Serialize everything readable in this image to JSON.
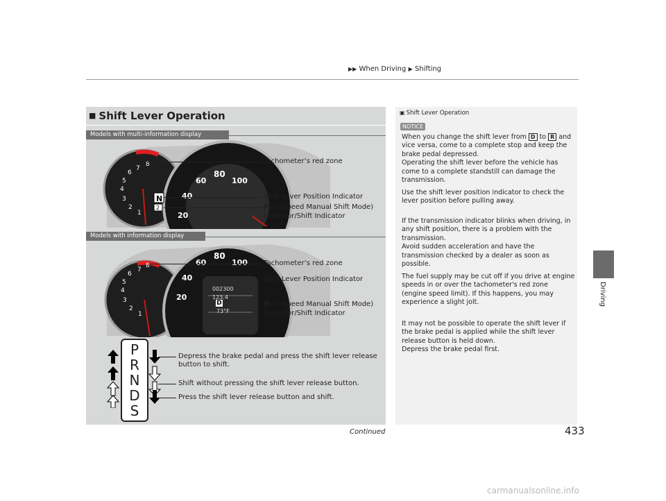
{
  "header": {
    "breadcrumb_1": "When Driving",
    "breadcrumb_2": "Shifting",
    "side_label": "Driving"
  },
  "main": {
    "title": "Shift Lever Operation",
    "model_tag_1": "Models with multi-information display",
    "model_tag_2": "Models with information display",
    "labels_1": {
      "red_zone": "Tachometer’s red zone",
      "position": "Shift Lever Position Indicator",
      "m_prefix": "M",
      "m_text": " (7-Speed Manual Shift Mode)",
      "m_text_2": "Indicator/Shift Indicator"
    },
    "labels_2": {
      "red_zone": "Tachometer’s red zone",
      "position": "Shift Lever Position Indicator",
      "m_prefix": "M",
      "m_text": " (7-Speed Manual Shift Mode)",
      "m_text_2": "Indicator/Shift Indicator"
    },
    "gate_letters": [
      "P",
      "R",
      "N",
      "D",
      "S"
    ],
    "legend": {
      "depress_1": "Depress the brake pedal and press the shift lever release",
      "depress_2": "button to shift.",
      "without": "Shift without pressing the shift lever release button.",
      "press": "Press the shift lever release button and shift."
    },
    "gauge_speed_ticks": [
      "20",
      "40",
      "60",
      "80",
      "100"
    ],
    "gauge_rpm_ticks": [
      "1",
      "2",
      "3",
      "4",
      "5",
      "6",
      "7",
      "8"
    ],
    "gauge_odo": "002300",
    "gauge_trip": "123.4",
    "gauge_temp": "73°F"
  },
  "notes": {
    "title": "Shift Lever Operation",
    "notice": "NOTICE",
    "p1_a": "When you change the shift lever from ",
    "key_d": "D",
    "p1_b": " to ",
    "key_r": "R",
    "p1_c": " and vice versa, come to a complete stop and keep the brake pedal depressed.",
    "p1_d": "Operating the shift lever before the vehicle has come to a complete standstill can damage the transmission.",
    "p2": "Use the shift lever position indicator to check the lever position before pulling away.",
    "p3_a": "If the transmission indicator blinks when driving, in any shift position, there is a problem with the transmission.",
    "p3_b": "Avoid sudden acceleration and have the transmission checked by a dealer as soon as possible.",
    "p4": "The fuel supply may be cut off if you drive at engine speeds in or over the tachometer's red zone (engine speed limit). If this happens, you may experience a slight jolt.",
    "p5_a": "It may not be possible to operate the shift lever if the brake pedal is applied while the shift lever release button is held down.",
    "p5_b": "Depress the brake pedal first."
  },
  "footer": {
    "continued": "Continued",
    "page_number": "433",
    "watermark": "carmanualsonline.info"
  }
}
